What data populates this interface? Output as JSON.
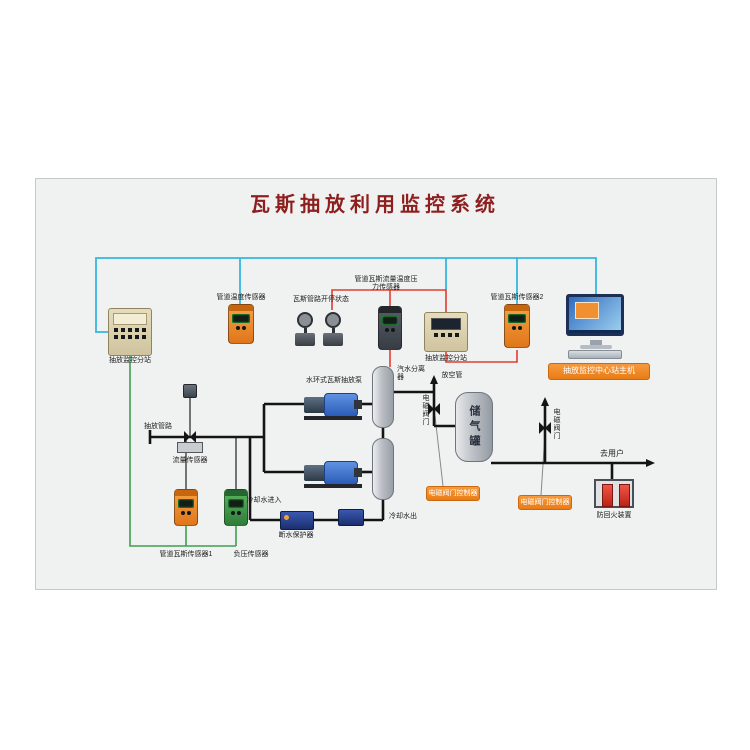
{
  "title": "瓦斯抽放利用监控系统",
  "colors": {
    "signal_cyan": "#35b6e0",
    "signal_red": "#e23d30",
    "signal_green": "#3f9e4f",
    "pipe_black": "#141414",
    "accent_orange": "#ef8326",
    "title_red": "#8e1f1f",
    "panel_bg": "#f0f2f1"
  },
  "labels": {
    "left_station": "抽放监控分站",
    "temp_sensor": "管道温度传感器",
    "pipe_valve_status": "瓦斯管路开停状态",
    "multi_param_sensor": "管道瓦斯流量温度压力传感器",
    "mid_station": "抽放监控分站",
    "gas_sensor_2": "管道瓦斯传感器2",
    "host": "抽放监控中心站主机",
    "pump": "水环式瓦斯抽放泵",
    "separator": "汽水分离器",
    "gas_tank": "储气罐",
    "vent_pipe": "放空管",
    "solenoid_left": "电磁阀门",
    "solenoid_right": "电磁阀门",
    "solenoid_controller_1": "电磁阀门控制器",
    "solenoid_controller_2": "电磁阀门控制器",
    "to_user": "去用户",
    "flame_arrestor": "防回火装置",
    "water_cut_protector": "断水保护器",
    "cooling_in": "冷却水进入",
    "cooling_out": "冷却水出",
    "drain_pipeline": "抽放管路",
    "flow_sensor": "流量传感器",
    "gas_sensor_1": "管道瓦斯传感器1",
    "neg_pressure_sensor": "负压传感器"
  }
}
